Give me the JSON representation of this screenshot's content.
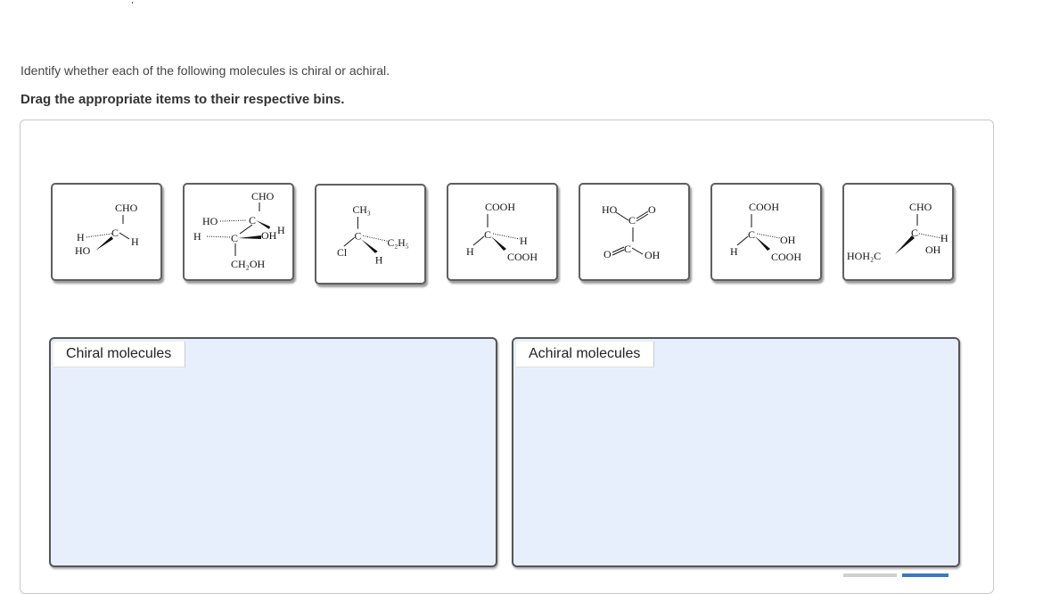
{
  "instructions": {
    "line1": "Identify whether each of the following molecules is chiral or achiral.",
    "line2": "Drag the appropriate items to their respective bins."
  },
  "molecules": [
    {
      "name": "molecule-1",
      "labels": [
        "CHO",
        "H",
        "C",
        "H",
        "HO"
      ]
    },
    {
      "name": "molecule-2",
      "labels": [
        "CHO",
        "HO",
        "C",
        "H",
        "H",
        "C",
        "OH",
        "CH₂OH"
      ]
    },
    {
      "name": "molecule-3",
      "labels": [
        "CH₃",
        "C",
        "C₂H₅",
        "Cl",
        "H"
      ]
    },
    {
      "name": "molecule-4",
      "labels": [
        "COOH",
        "C",
        "H",
        "H",
        "COOH"
      ]
    },
    {
      "name": "molecule-5",
      "labels": [
        "HO",
        "C",
        "O",
        "O",
        "C",
        "OH"
      ]
    },
    {
      "name": "molecule-6",
      "labels": [
        "COOH",
        "C",
        "OH",
        "H",
        "COOH"
      ]
    },
    {
      "name": "molecule-7",
      "labels": [
        "CHO",
        "C",
        "H",
        "HOH₂C",
        "OH"
      ]
    }
  ],
  "bins": {
    "chiral": "Chiral molecules",
    "achiral": "Achiral molecules"
  },
  "colors": {
    "bin_fill": "#e8effc",
    "tile_border": "#5f5f5f"
  }
}
